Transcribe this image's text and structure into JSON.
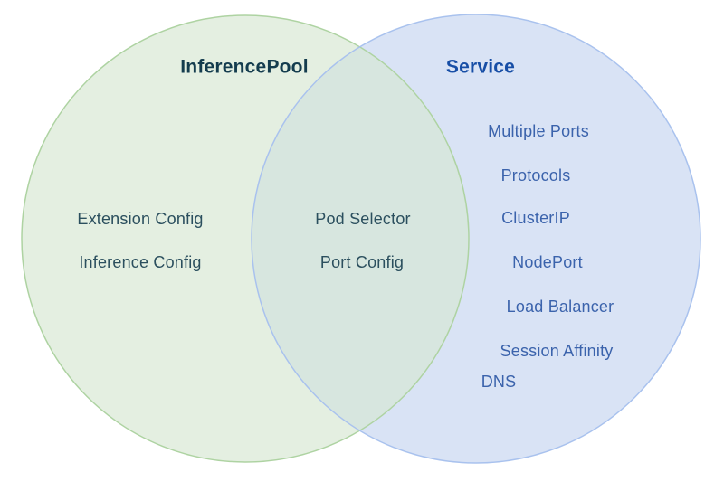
{
  "venn": {
    "type": "venn",
    "left": {
      "title": "InferencePool",
      "items": [
        "Extension Config",
        "Inference Config"
      ]
    },
    "overlap": {
      "items": [
        "Pod Selector",
        "Port Config"
      ]
    },
    "right": {
      "title": "Service",
      "items": [
        "Multiple Ports",
        "Protocols",
        "ClusterIP",
        "NodePort",
        "Load Balancer",
        "Session Affinity",
        "DNS"
      ]
    },
    "colors": {
      "left_fill": "#e4efe1",
      "left_stroke": "#aed3a2",
      "right_fill": "#d9e3f5",
      "right_stroke": "#a9c2ee",
      "overlap_fill": "#d7e6df",
      "left_title_text": "#143c4e",
      "left_item_text": "#2b4f5e",
      "right_title_text": "#174ea6",
      "right_item_text": "#3b63ac",
      "background": "#ffffff"
    }
  }
}
